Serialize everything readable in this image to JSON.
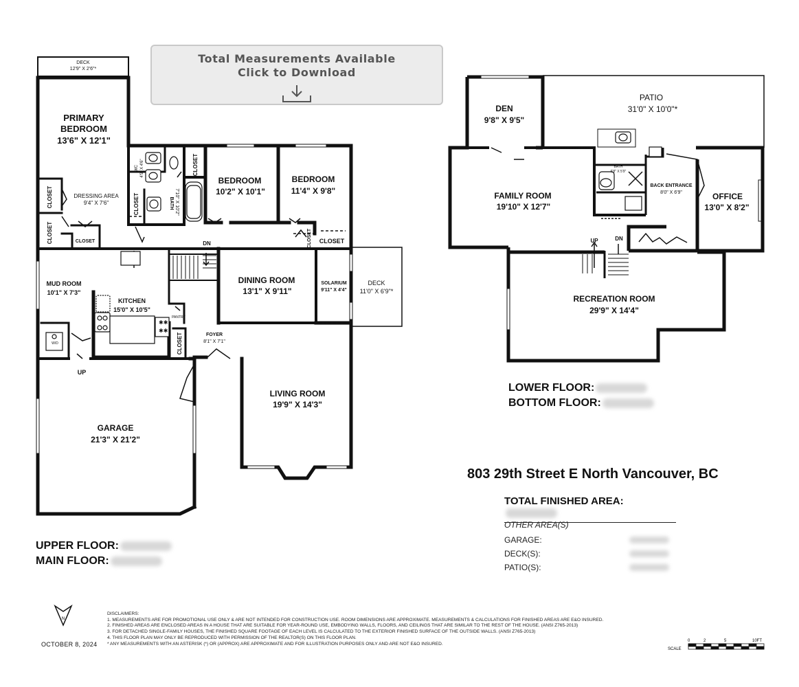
{
  "download": {
    "line1": "Total Measurements Available",
    "line2": "Click to Download",
    "icon": "download-icon"
  },
  "rooms": {
    "deck_top": {
      "name": "DECK",
      "dims": "12'9\" X 2'6\"*"
    },
    "primary_bedroom": {
      "name1": "PRIMARY",
      "name2": "BEDROOM",
      "dims": "13'6\" X 12'1\""
    },
    "dressing_area": {
      "name": "DRESSING AREA",
      "dims": "9'4\" X 7'6\""
    },
    "wc": {
      "name": "WC",
      "dims": "4'9\" X 4'6\""
    },
    "bath_upper": {
      "name": "BATH",
      "dims": "7'10\" X 10'2\""
    },
    "bedroom_2": {
      "name": "BEDROOM",
      "dims": "10'2\" X 10'1\""
    },
    "bedroom_3": {
      "name": "BEDROOM",
      "dims": "11'4\" X 9'8\""
    },
    "closet": "CLOSET",
    "dn": "DN",
    "up": "UP",
    "mud_room": {
      "name": "MUD ROOM",
      "dims": "10'1\" X 7'3\""
    },
    "kitchen": {
      "name": "KITCHEN",
      "dims": "15'0\" X 10'5\""
    },
    "pantry": "PANTRY",
    "wd": "W/D",
    "dining_room": {
      "name": "DINING ROOM",
      "dims": "13'1\" X 9'11\""
    },
    "solarium": {
      "name": "SOLARIUM",
      "dims": "9'11\" X 4'4\""
    },
    "deck_main": {
      "name": "DECK",
      "dims": "11'0\" X 6'9\"*"
    },
    "foyer": {
      "name": "FOYER",
      "dims": "8'1\" X 7'1\""
    },
    "living_room": {
      "name": "LIVING ROOM",
      "dims": "19'9\" X 14'3\""
    },
    "garage": {
      "name": "GARAGE",
      "dims": "21'3\" X 21'2\""
    },
    "den": {
      "name": "DEN",
      "dims": "9'8\" X 9'5\""
    },
    "patio": {
      "name": "PATIO",
      "dims": "31'0\" X 10'0\"*"
    },
    "family_room": {
      "name": "FAMILY ROOM",
      "dims": "19'10\" X 12'7\""
    },
    "bath_lower": {
      "name": "BATH",
      "dims": "6'8\" X 5'9\""
    },
    "back_entrance": {
      "name": "BACK ENTRANCE",
      "dims": "8'0\" X 6'9\""
    },
    "office": {
      "name": "OFFICE",
      "dims": "13'0\" X 8'2\""
    },
    "recreation_room": {
      "name": "RECREATION ROOM",
      "dims": "29'9\" X 14'4\""
    }
  },
  "floors": {
    "upper": "UPPER FLOOR:",
    "main": "MAIN FLOOR:",
    "lower": "LOWER FLOOR:",
    "bottom": "BOTTOM FLOOR:"
  },
  "address": "803 29th Street E North Vancouver, BC",
  "summary": {
    "total_label": "TOTAL FINISHED AREA:",
    "other_header": "OTHER AREA(S)",
    "garage_label": "GARAGE:",
    "deck_label": "DECK(S):",
    "patio_label": "PATIO(S):"
  },
  "north_label": "N",
  "date": "OCTOBER 8, 2024",
  "disclaimers": {
    "title": "DISCLAIMERS:",
    "lines": [
      "1. MEASUREMENTS ARE FOR PROMOTIONAL USE ONLY & ARE NOT INTENDED FOR CONSTRUCTION USE. ROOM DIMENSIONS ARE APPROXIMATE. MEASUREMENTS & CALCULATIONS FOR FINISHED AREAS ARE E&O INSURED.",
      "2. FINISHED AREAS ARE ENCLOSED AREAS IN A HOUSE THAT ARE SUITABLE FOR YEAR-ROUND USE, EMBODYING WALLS, FLOORS, AND CEILINGS THAT ARE SIMILAR TO THE REST OF THE HOUSE. (ANSI Z765-2013)",
      "3. FOR DETACHED SINGLE-FAMILY HOUSES, THE FINISHED SQUARE FOOTAGE OF EACH LEVEL IS CALCULATED TO THE EXTERIOR FINISHED SURFACE OF THE OUTSIDE WALLS. (ANSI Z765-2013)",
      "4. THIS FLOOR PLAN MAY ONLY BE REPRODUCED WITH PERMISSION OF THE REALTOR(S) ON THIS FLOOR PLAN.",
      "* ANY MEASUREMENTS WITH AN ASTERISK (*) OR (APPROX) ARE APPROXIMATE AND FOR ILLUSTRATION PURPOSES ONLY AND ARE NOT E&O INSURED."
    ]
  },
  "scale": {
    "label": "SCALE",
    "ticks": [
      "0",
      "2",
      "5",
      "10FT"
    ]
  }
}
